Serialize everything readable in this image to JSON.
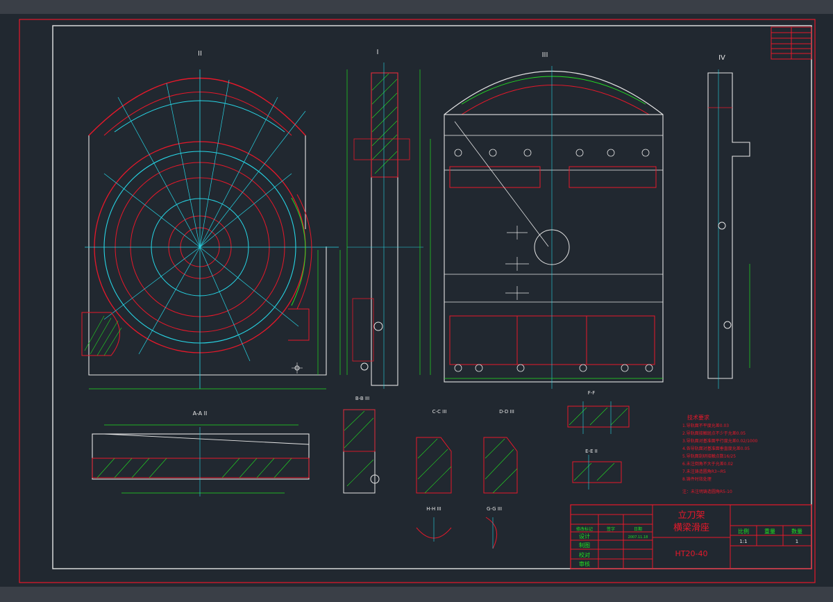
{
  "views": {
    "view_ii": "II",
    "view_i": "I",
    "view_iii": "III",
    "view_iv": "IV",
    "section_aa": "A-A II",
    "section_bb": "B-B III",
    "section_cc": "C-C III",
    "section_dd": "D-D III",
    "section_ff": "F-F",
    "section_ee": "E-E II",
    "section_hh": "H-H III",
    "section_gg": "G-G III"
  },
  "tech": {
    "title": "技术要求",
    "items": [
      "1.导轨面不平度允差0.03",
      "2.导轨面接触斑点不少于允差0.05",
      "3.导轨面对基准面平行度允差0.02/1000",
      "4.各导轨面对基准面垂直度允差0.05",
      "5.导轨面刮研接触点数16/25",
      "6.未注倒角不大于允差0.02",
      "7.未注铸造圆角R3~R5",
      "8.铸件时效处理"
    ],
    "note": "注：未注明铸造圆角R5-10"
  },
  "title_block": {
    "name_line1": "立刀架",
    "name_line2": "横梁滑座",
    "material": "HT20-40",
    "scale_label": "比例",
    "scale_value": "1:1",
    "weight_label": "重量",
    "qty_label": "数量",
    "qty_value": "1",
    "row_change": "修改标记",
    "row_sign": "签字",
    "row_date": "日期",
    "date_value": "2007.11.18",
    "design": "设计",
    "draw": "制图",
    "check": "校对",
    "approve": "审核"
  },
  "colors": {
    "red": "#e8182a",
    "green": "#22e022",
    "cyan": "#27d6e6",
    "white": "#e6e6e6",
    "yellow": "#e8e83a",
    "background": "#212830"
  }
}
